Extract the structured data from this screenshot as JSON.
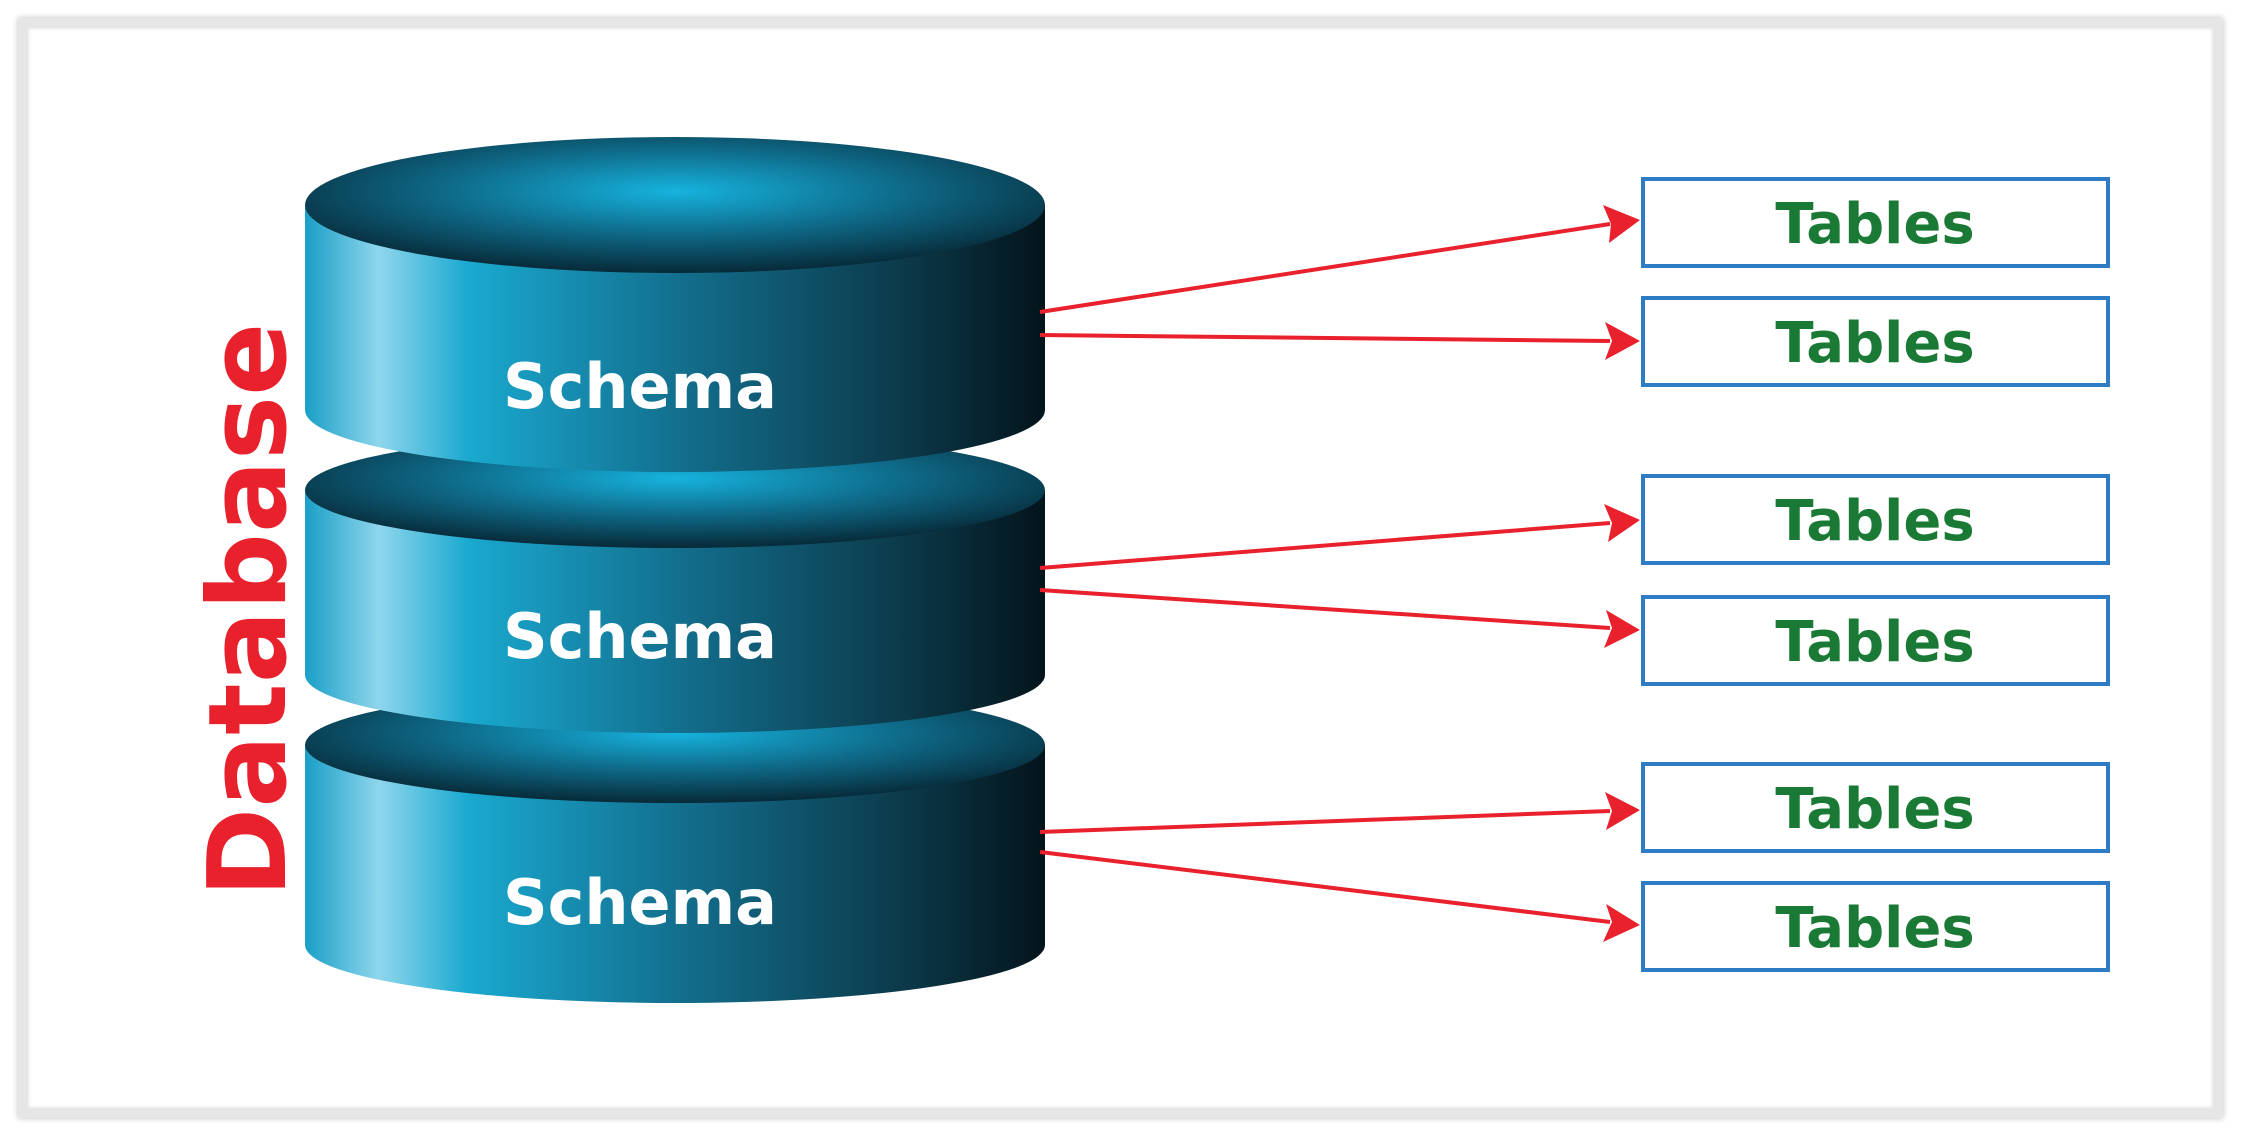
{
  "database": {
    "label": "Database"
  },
  "schemas": [
    {
      "label": "Schema"
    },
    {
      "label": "Schema"
    },
    {
      "label": "Schema"
    }
  ],
  "tables": [
    {
      "label": "Tables"
    },
    {
      "label": "Tables"
    },
    {
      "label": "Tables"
    },
    {
      "label": "Tables"
    },
    {
      "label": "Tables"
    },
    {
      "label": "Tables"
    }
  ],
  "colors": {
    "database_label": "#e8212c",
    "arrows": "#e8212c",
    "cylinder": "#1aa9d0",
    "table_border": "#2e7cc4",
    "table_text": "#1a7a35"
  }
}
